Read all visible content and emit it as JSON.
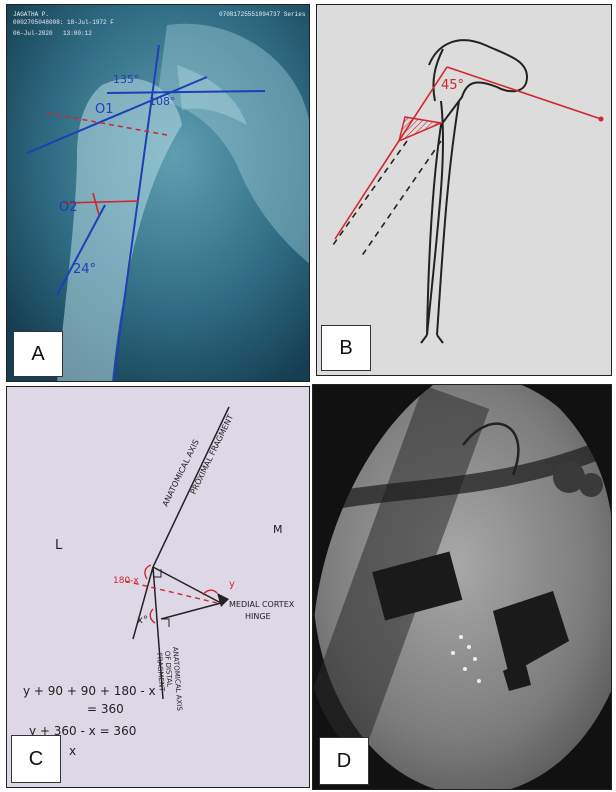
{
  "panels": {
    "a": {
      "label": "A",
      "header_left_1": "JAGATHA P.",
      "header_left_2": "0002705048008: 18-Jul-1972 F",
      "header_right": "07081725551094737 Series",
      "header_date": "06-Jul-2020",
      "header_time": "13:00:12",
      "angles": {
        "a135": "135°",
        "a108": "108°",
        "a24": "24°"
      },
      "markers": {
        "o1": "O1",
        "o2": "O2"
      }
    },
    "b": {
      "label": "B",
      "angle": "45°"
    },
    "c": {
      "label": "C",
      "axis_proximal_1": "ANATOMICAL AXIS",
      "axis_proximal_2": "PROXIMAL FRAGMENT",
      "axis_distal_1": "ANATOMICAL AXIS",
      "axis_distal_2": "OF DISTAL",
      "axis_distal_3": "FRAGMENT",
      "hinge_1": "MEDIAL CORTEX",
      "hinge_2": "HINGE",
      "side_l": "L",
      "side_m": "M",
      "angle_180x": "180-x",
      "angle_x": "x°",
      "angle_y": "y",
      "eq1": "y + 90 + 90 + 180 - x",
      "eq2": "= 360",
      "eq3": "y + 360 - x = 360",
      "eq4": "x"
    },
    "d": {
      "label": "D"
    }
  },
  "colors": {
    "xray_bg": "#2f6f86",
    "blue_line": "#1d3fb8",
    "red_line": "#d1262f",
    "paper_b": "#dcdcdd",
    "paper_c": "#ddd7e6",
    "fluoro_bg": "#8a8a8a"
  }
}
